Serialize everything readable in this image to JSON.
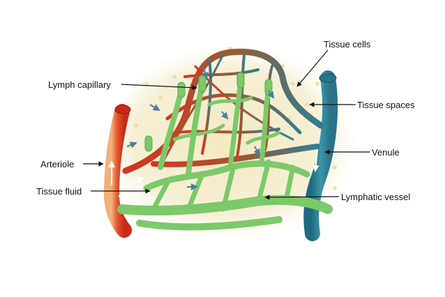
{
  "labels": {
    "tissue_cells": "Tissue cells",
    "lymph_capillary": "Lymph capillary",
    "tissue_spaces": "Tissue spaces",
    "venule": "Venule",
    "arteriole": "Arteriole",
    "tissue_fluid": "Tissue fluid",
    "lymphatic_vessel": "Lymphatic vessel"
  },
  "colors": {
    "arterial": "#d8321e",
    "venous": "#2f7d92",
    "lymphatic": "#7cc96a",
    "tissue_background": "#f4ecc8",
    "pointer": "#111111"
  }
}
